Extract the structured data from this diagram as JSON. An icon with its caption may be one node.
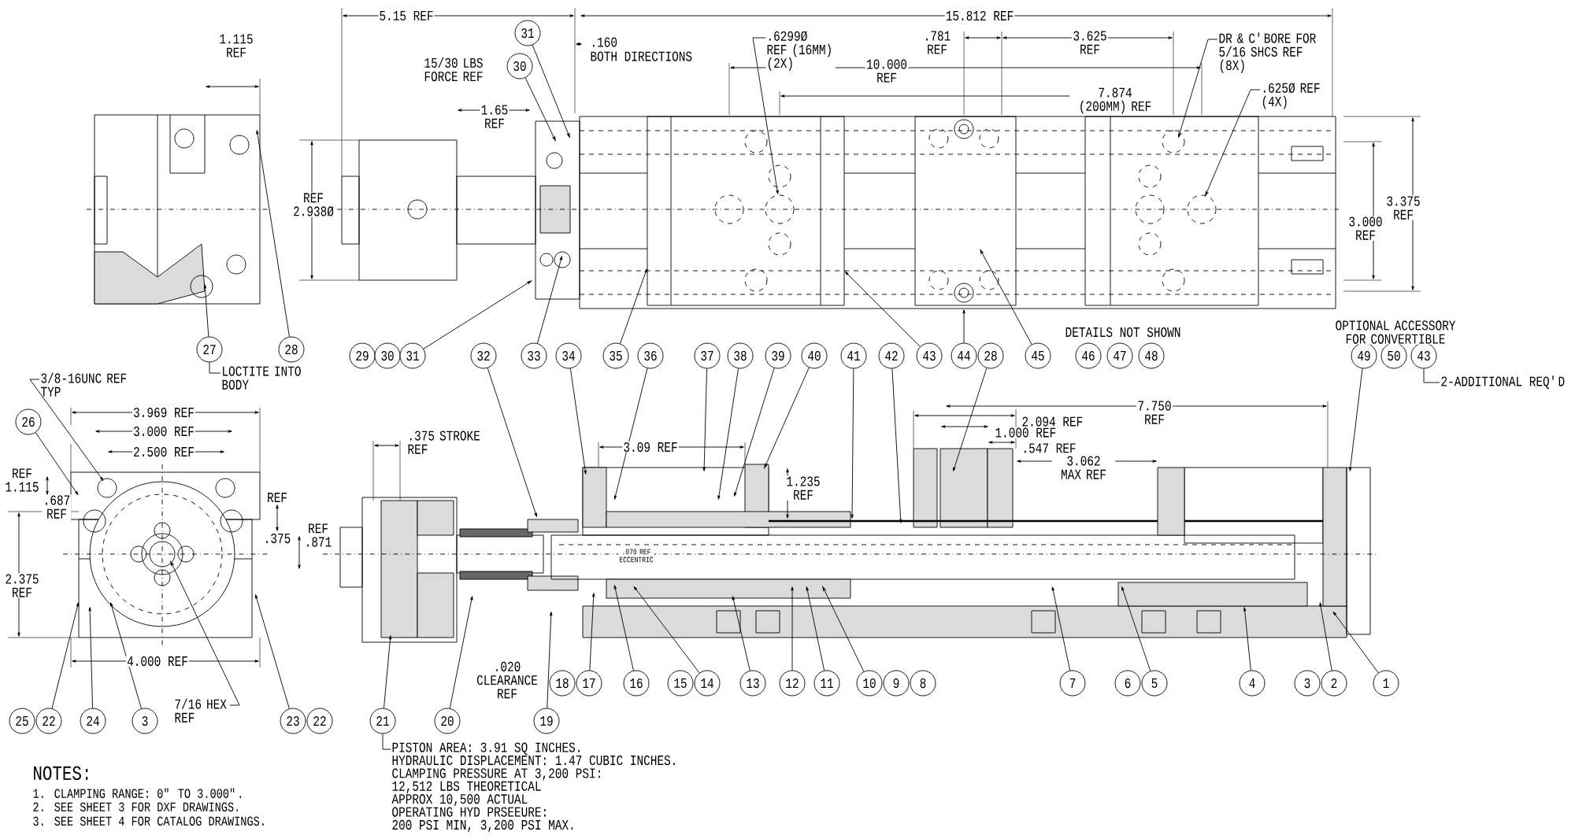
{
  "diagram": {
    "nodes": [
      {
        "text": [
          ".6299Ø REF (16MM) (2X)"
        ]
      },
      {
        "text": [
          "DR & C'BORE FOR 5/16 SHCS REF (8X)"
        ]
      },
      {
        "text": [
          ".625Ø REF (4X)"
        ]
      },
      {
        "text": [
          "31"
        ]
      },
      {
        "text": [
          "30"
        ]
      },
      {
        "text": [
          "27"
        ]
      },
      {
        "text": [
          "28"
        ]
      },
      {
        "text": [
          "29"
        ]
      },
      {
        "text": [
          "30"
        ]
      },
      {
        "text": [
          "31"
        ]
      },
      {
        "text": [
          "32"
        ]
      },
      {
        "text": [
          "33"
        ]
      },
      {
        "text": [
          "34"
        ]
      },
      {
        "text": [
          "35"
        ]
      },
      {
        "text": [
          "36"
        ]
      },
      {
        "text": [
          "37"
        ]
      },
      {
        "text": [
          "38"
        ]
      },
      {
        "text": [
          "39"
        ]
      },
      {
        "text": [
          "40"
        ]
      },
      {
        "text": [
          "41"
        ]
      },
      {
        "text": [
          "42"
        ]
      },
      {
        "text": [
          "43"
        ]
      },
      {
        "text": [
          "44"
        ]
      },
      {
        "text": [
          "28"
        ]
      },
      {
        "text": [
          "45"
        ]
      },
      {
        "text": [
          "46"
        ]
      },
      {
        "text": [
          "47"
        ]
      },
      {
        "text": [
          "48"
        ]
      },
      {
        "text": [
          "49"
        ]
      },
      {
        "text": [
          "50"
        ]
      },
      {
        "text": [
          "43"
        ]
      },
      {
        "text": [
          "LOCTITE INTO BODY"
        ]
      },
      {
        "text": [
          "2-ADDITIONAL REQ'D"
        ]
      },
      {
        "text": [
          "3/8-16UNC REF TYP"
        ]
      },
      {
        "text": [
          "26"
        ]
      },
      {
        "text": [
          "25"
        ]
      },
      {
        "text": [
          "22"
        ]
      },
      {
        "text": [
          "24"
        ]
      },
      {
        "text": [
          "3"
        ]
      },
      {
        "text": [
          "7/16 HEX REF"
        ]
      },
      {
        "text": [
          "23"
        ]
      },
      {
        "text": [
          "22"
        ]
      },
      {
        "text": [
          "21"
        ]
      },
      {
        "text": [
          "20"
        ]
      },
      {
        "text": [
          "19"
        ]
      },
      {
        "text": [
          "18"
        ]
      },
      {
        "text": [
          "17"
        ]
      },
      {
        "text": [
          "16"
        ]
      },
      {
        "text": [
          "15"
        ]
      },
      {
        "text": [
          "14"
        ]
      },
      {
        "text": [
          "13"
        ]
      },
      {
        "text": [
          "12"
        ]
      },
      {
        "text": [
          "11"
        ]
      },
      {
        "text": [
          "10"
        ]
      },
      {
        "text": [
          "9"
        ]
      },
      {
        "text": [
          "8"
        ]
      },
      {
        "text": [
          "7"
        ]
      },
      {
        "text": [
          "6"
        ]
      },
      {
        "text": [
          "5"
        ]
      },
      {
        "text": [
          "4"
        ]
      },
      {
        "text": [
          "3"
        ]
      },
      {
        "text": [
          "2"
        ]
      },
      {
        "text": [
          "1"
        ]
      },
      {
        "text": [
          "PISTON AREA: 3.91 SQ INCHES.",
          "HYDRAULIC DISPLACEMENT: 1.47 CUBIC INCHES.",
          "CLAMPING PRESSURE AT 3,200 PSI:",
          "12,512 LBS THEORETICAL",
          "APPROX 10,500 ACTUAL",
          "OPERATING HYD PRSEEURE:",
          "200 PSI MIN, 3,200 PSI MAX."
        ]
      },
      {
        "text": [],
        "shape": "picture"
      },
      {
        "text": [],
        "shape": "picture"
      },
      {
        "text": [],
        "shape": "picture"
      },
      {
        "text": [],
        "shape": "picture"
      }
    ],
    "edges": [
      {
        "from": 0,
        "to": 65,
        "arrow": "to"
      },
      {
        "from": 1,
        "to": 65,
        "arrow": "to"
      },
      {
        "from": 2,
        "to": 65,
        "arrow": "to"
      },
      {
        "from": 3,
        "to": 65,
        "arrow": "to"
      },
      {
        "from": 4,
        "to": 65,
        "arrow": "to"
      },
      {
        "from": 5,
        "to": 64,
        "arrow": "to"
      },
      {
        "from": 6,
        "to": 64,
        "arrow": "to"
      },
      {
        "from": 9,
        "to": 65,
        "arrow": "to"
      },
      {
        "from": 10,
        "to": 67,
        "arrow": "to"
      },
      {
        "from": 11,
        "to": 65,
        "arrow": "to"
      },
      {
        "from": 12,
        "to": 67,
        "arrow": "to"
      },
      {
        "from": 13,
        "to": 65,
        "arrow": "to"
      },
      {
        "from": 14,
        "to": 67,
        "arrow": "to"
      },
      {
        "from": 15,
        "to": 67,
        "arrow": "to"
      },
      {
        "from": 16,
        "to": 67,
        "arrow": "to"
      },
      {
        "from": 17,
        "to": 67,
        "arrow": "to"
      },
      {
        "from": 18,
        "to": 67,
        "arrow": "to"
      },
      {
        "from": 19,
        "to": 67,
        "arrow": "to"
      },
      {
        "from": 20,
        "to": 67,
        "arrow": "to"
      },
      {
        "from": 21,
        "to": 65,
        "arrow": "to"
      },
      {
        "from": 22,
        "to": 65,
        "arrow": "to"
      },
      {
        "from": 23,
        "to": 67,
        "arrow": "to"
      },
      {
        "from": 24,
        "to": 65,
        "arrow": "to"
      },
      {
        "from": 28,
        "to": 67,
        "arrow": "to"
      },
      {
        "from": 5,
        "to": 31,
        "arrow": "none"
      },
      {
        "from": 30,
        "to": 32,
        "arrow": "none"
      },
      {
        "from": 33,
        "to": 66,
        "arrow": "to"
      },
      {
        "from": 34,
        "to": 66,
        "arrow": "to"
      },
      {
        "from": 36,
        "to": 66,
        "arrow": "to"
      },
      {
        "from": 37,
        "to": 66,
        "arrow": "to"
      },
      {
        "from": 38,
        "to": 66,
        "arrow": "to"
      },
      {
        "from": 39,
        "to": 66,
        "arrow": "to"
      },
      {
        "from": 40,
        "to": 66,
        "arrow": "to"
      },
      {
        "from": 42,
        "to": 67,
        "arrow": "to"
      },
      {
        "from": 43,
        "to": 67,
        "arrow": "to"
      },
      {
        "from": 44,
        "to": 67,
        "arrow": "to"
      },
      {
        "from": 46,
        "to": 67,
        "arrow": "to"
      },
      {
        "from": 47,
        "to": 67,
        "arrow": "to"
      },
      {
        "from": 49,
        "to": 67,
        "arrow": "to"
      },
      {
        "from": 50,
        "to": 67,
        "arrow": "to"
      },
      {
        "from": 51,
        "to": 67,
        "arrow": "to"
      },
      {
        "from": 52,
        "to": 67,
        "arrow": "to"
      },
      {
        "from": 53,
        "to": 67,
        "arrow": "to"
      },
      {
        "from": 56,
        "to": 67,
        "arrow": "to"
      },
      {
        "from": 58,
        "to": 67,
        "arrow": "to"
      },
      {
        "from": 59,
        "to": 67,
        "arrow": "to"
      },
      {
        "from": 61,
        "to": 67,
        "arrow": "to"
      },
      {
        "from": 62,
        "to": 67,
        "arrow": "to"
      },
      {
        "from": 42,
        "to": 63,
        "arrow": "none"
      }
    ],
    "labels": [
      "5.15 REF",
      "15.812 REF",
      "1.115 REF",
      ".160",
      "BOTH DIRECTIONS",
      ".781 REF",
      "3.625 REF",
      "15/30 LBS FORCE REF",
      "10.000 REF",
      "1.65 REF",
      "7.874 (200MM) REF",
      "REF 2.938Ø",
      "3.000 REF",
      "3.375 REF",
      "DETAILS NOT SHOWN",
      "OPTIONAL ACCESSORY FOR CONVERTIBLE",
      "3.969 REF",
      "2.094 REF",
      "7.750 REF",
      "3.000 REF",
      ".375 STROKE REF",
      "1.000 REF",
      "2.500 REF",
      "3.09 REF",
      ".547 REF",
      "3.062 MAX REF",
      "REF 1.115",
      ".687 REF",
      "REF",
      "1.235 REF",
      ".375",
      "REF .871",
      ".070 REF ECCENTRIC",
      "2.375 REF",
      "4.000 REF",
      ".020 CLEARANCE REF",
      "NOTES:",
      "1. CLAMPING RANGE: 0\" TO 3.000\".",
      "2. SEE SHEET 3 FOR DXF DRAWINGS.",
      "3. SEE SHEET 4 FOR CATALOG DRAWINGS."
    ]
  }
}
